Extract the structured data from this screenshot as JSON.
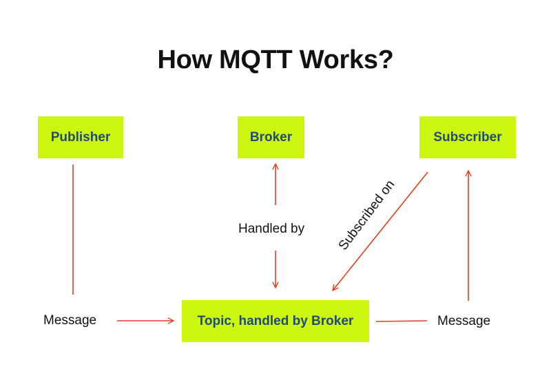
{
  "title": "How MQTT Works?",
  "nodes": {
    "publisher": "Publisher",
    "broker": "Broker",
    "subscriber": "Subscriber",
    "topic": "Topic, handled by Broker"
  },
  "edge_labels": {
    "message_left": "Message",
    "handled_by": "Handled by",
    "subscribed_on": "Subscribed on",
    "message_right": "Message"
  },
  "colors": {
    "node_fill": "#ccf60f",
    "node_text": "#1f4a78",
    "arrow": "#e83a1c"
  }
}
